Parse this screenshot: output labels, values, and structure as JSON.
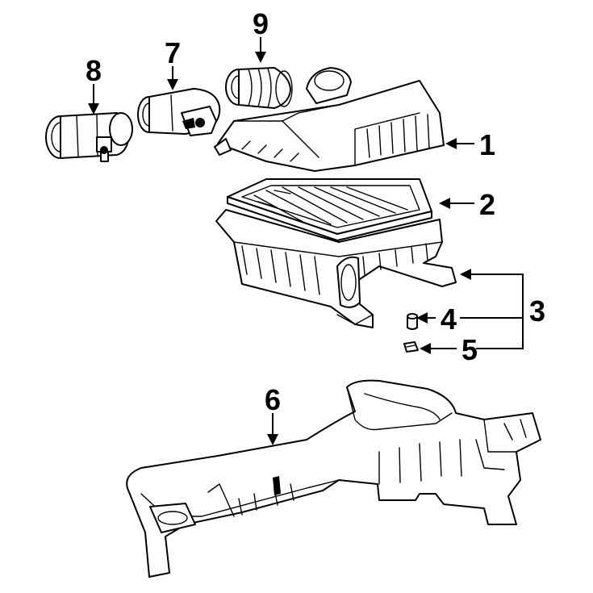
{
  "diagram": {
    "callouts": [
      {
        "id": "1",
        "label": "1"
      },
      {
        "id": "2",
        "label": "2"
      },
      {
        "id": "3",
        "label": "3"
      },
      {
        "id": "4",
        "label": "4"
      },
      {
        "id": "5",
        "label": "5"
      },
      {
        "id": "6",
        "label": "6"
      },
      {
        "id": "7",
        "label": "7"
      },
      {
        "id": "8",
        "label": "8"
      },
      {
        "id": "9",
        "label": "9"
      }
    ],
    "parts": [
      {
        "id": "8",
        "name": "air-flow-meter-icon"
      },
      {
        "id": "7",
        "name": "throttle-adapter-icon"
      },
      {
        "id": "9",
        "name": "intake-hose-icon"
      },
      {
        "id": "1",
        "name": "air-cleaner-cover-icon"
      },
      {
        "id": "2",
        "name": "air-filter-element-icon"
      },
      {
        "id": "3",
        "name": "air-cleaner-case-icon"
      },
      {
        "id": "4",
        "name": "grommet-icon"
      },
      {
        "id": "5",
        "name": "clip-icon"
      },
      {
        "id": "6",
        "name": "intake-resonator-duct-icon"
      }
    ]
  }
}
